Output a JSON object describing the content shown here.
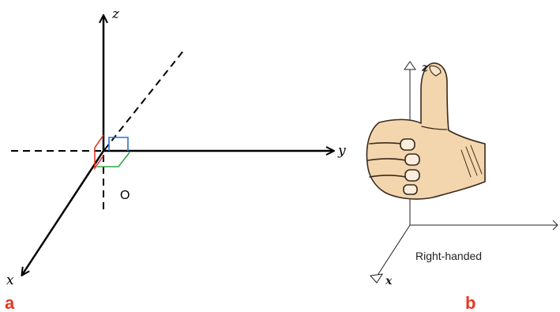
{
  "panel_a": {
    "label": "a",
    "axis_z": "z",
    "axis_y": "y",
    "axis_x": "x",
    "origin": "O",
    "colors": {
      "angle_xz": "#e0392b",
      "angle_yz": "#2f6fd0",
      "angle_xy": "#2aa84a"
    }
  },
  "panel_b": {
    "label": "b",
    "axis_z": "z",
    "axis_x": "x",
    "caption": "Right-handed",
    "hand_icon": "thumbs-up-hand-icon"
  },
  "colors": {
    "panel_label": "#e8361f",
    "axis": "#000000"
  }
}
